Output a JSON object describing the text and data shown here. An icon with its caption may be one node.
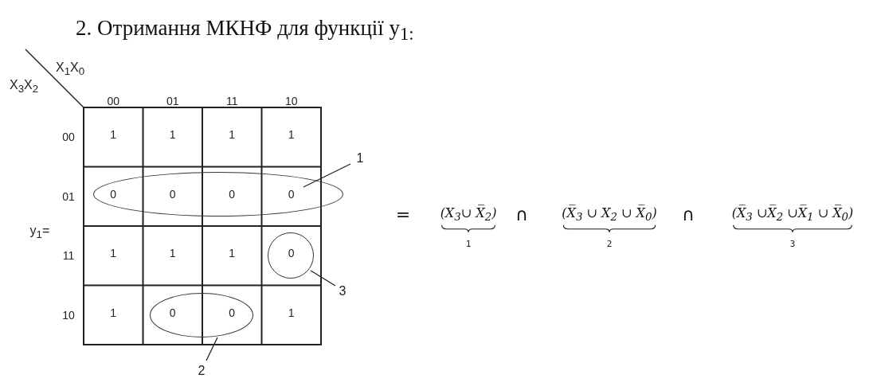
{
  "diagram": {
    "title": "2. Отримання МКНФ для функції y$_{1:}$",
    "nodes": [
      {
        "text": [],
        "shape": "circle"
      },
      {
        "text": [],
        "shape": "circle"
      },
      {
        "text": [],
        "shape": "circle"
      },
      {
        "text": [
          "1"
        ]
      },
      {
        "text": [
          "3"
        ]
      },
      {
        "text": [
          "2"
        ]
      }
    ],
    "edges": [
      {
        "from": 3,
        "to": 0,
        "arrow": "none"
      },
      {
        "from": 4,
        "to": 1,
        "arrow": "none"
      },
      {
        "from": 5,
        "to": 2,
        "arrow": "none"
      }
    ],
    "labels": [
      "X$_{1}$X$_{0}$",
      "X$_{3}$X$_{2}$",
      "00",
      "01",
      "11",
      "10",
      "00",
      "1",
      "1",
      "1",
      "1",
      "01",
      "0",
      "0",
      "0",
      "0",
      "y$_{1}$=",
      "11",
      "1",
      "1",
      "1",
      "0",
      "10",
      "1",
      "0",
      "0",
      "1",
      "=",
      "(X$_{3}$∪ X̅$_{2}$)",
      "∩",
      "(X̅$_{3}$ ∪ X$_{2}$ ∪ X̅$_{0}$)",
      "∩",
      "(X̅$_{3}$ ∪X̅$_{2}$ ∪X̅$_{1}$ ∪ X̅$_{0}$)",
      "1",
      "2",
      "3"
    ]
  }
}
